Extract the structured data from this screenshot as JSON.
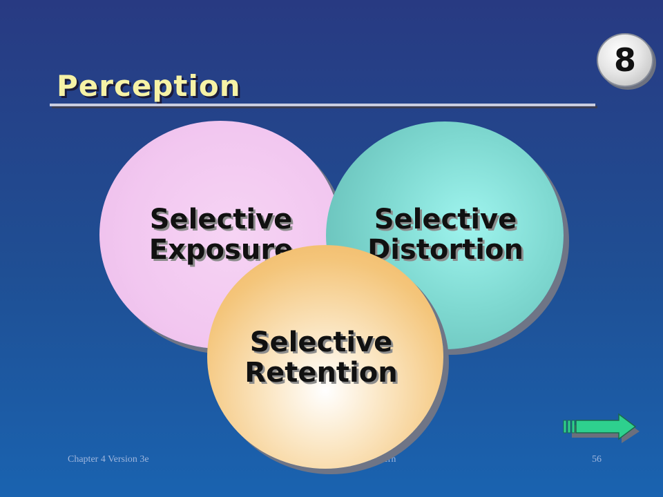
{
  "slide": {
    "title": "Perception",
    "badge_number": "8"
  },
  "circles": {
    "exposure": {
      "line1": "Selective",
      "line2": "Exposure"
    },
    "distortion": {
      "line1": "Selective",
      "line2": "Distortion"
    },
    "retention": {
      "line1": "Selective",
      "line2": "Retention"
    }
  },
  "footer": {
    "left": "Chapter 4 Version 3e",
    "middle": "estern",
    "right": "56"
  },
  "colors": {
    "title": "#f6f2a6",
    "exposure_circle": "#f2c7f0",
    "distortion_circle": "#7fd9d1",
    "retention_circle": "#f4c57a",
    "next_arrow": "#2ed08e"
  },
  "icons": {
    "next": "arrow-right-icon"
  }
}
